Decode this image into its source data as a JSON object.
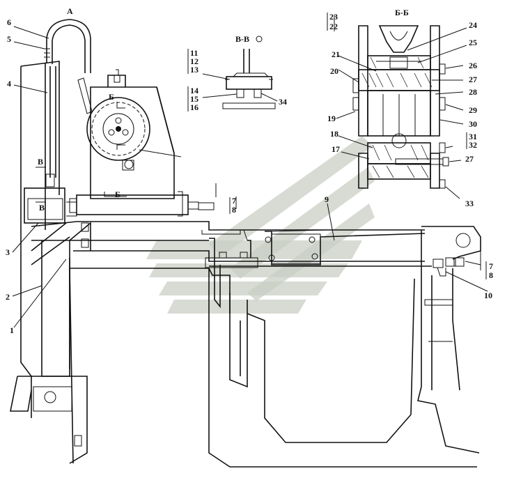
{
  "views": {
    "a": "А",
    "bb": "Б-Б",
    "vv": "В-В",
    "b_cut": "Б",
    "v_cut": "В"
  },
  "callouts": {
    "n1": "1",
    "n2": "2",
    "n3": "3",
    "n4": "4",
    "n5": "5",
    "n6": "6",
    "n7_8_top": "7",
    "n8_top": "8",
    "n9": "9",
    "n10": "10",
    "n11": "11",
    "n12": "12",
    "n13": "13",
    "n14": "14",
    "n15": "15",
    "n16": "16",
    "n17": "17",
    "n18": "18",
    "n19": "19",
    "n20": "20",
    "n21": "21",
    "n22": "22",
    "n23": "23",
    "n24": "24",
    "n25": "25",
    "n26": "26",
    "n27a": "27",
    "n27b": "27",
    "n28": "28",
    "n29": "29",
    "n30": "30",
    "n31": "31",
    "n32": "32",
    "n33": "33",
    "n34": "34",
    "n7_right": "7",
    "n8_right": "8"
  }
}
